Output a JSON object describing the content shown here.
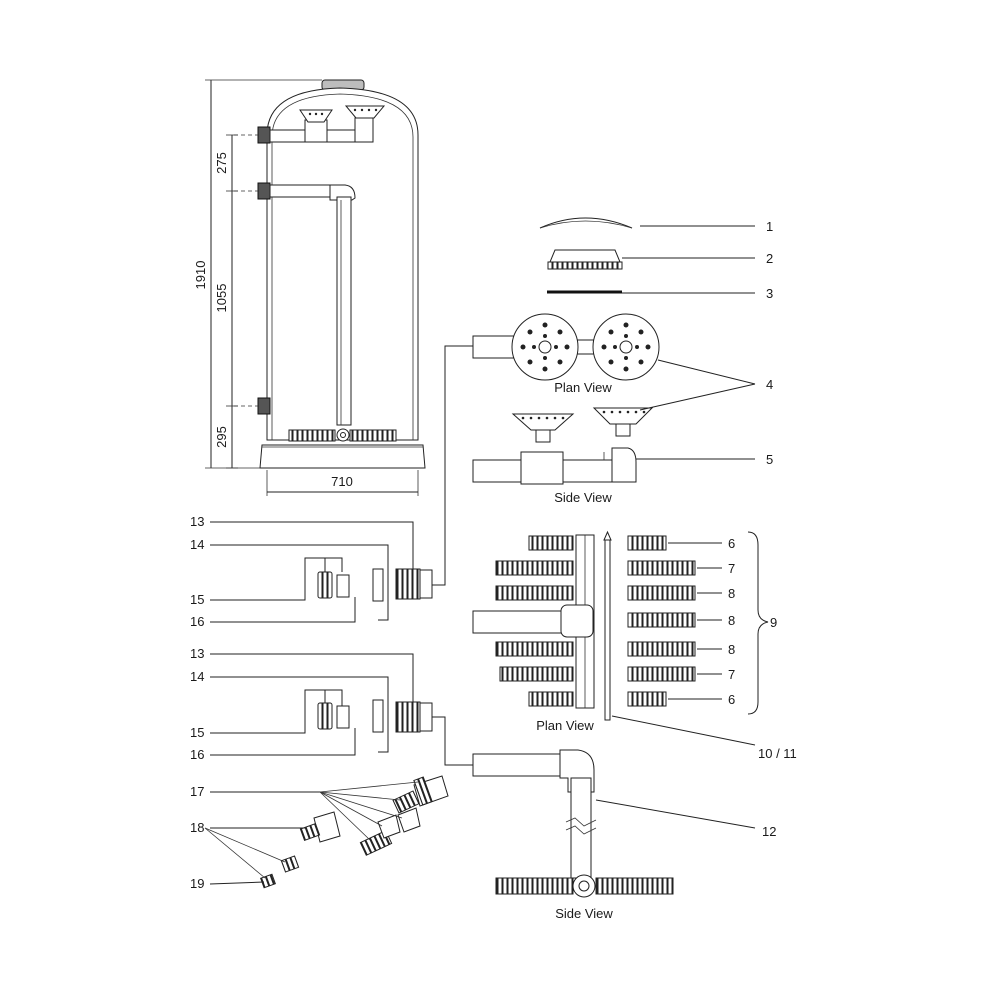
{
  "dimensions": {
    "overall_height": "1910",
    "upper_spacing": "275",
    "middle_spacing": "1055",
    "lower_spacing": "295",
    "diameter": "710"
  },
  "captions": {
    "plan_view_top": "Plan View",
    "side_view_top": "Side View",
    "plan_view_lateral": "Plan View",
    "side_view_bottom": "Side View"
  },
  "callouts": {
    "c1": "1",
    "c2": "2",
    "c3": "3",
    "c4": "4",
    "c5": "5",
    "c6a": "6",
    "c7a": "7",
    "c8a": "8",
    "c8b": "8",
    "c8c": "8",
    "c7b": "7",
    "c6b": "6",
    "c9": "9",
    "c10_11": "10 / 11",
    "c12": "12",
    "c13a": "13",
    "c14a": "14",
    "c15a": "15",
    "c16a": "16",
    "c13b": "13",
    "c14b": "14",
    "c15b": "15",
    "c16b": "16",
    "c17": "17",
    "c18": "18",
    "c19": "19"
  }
}
